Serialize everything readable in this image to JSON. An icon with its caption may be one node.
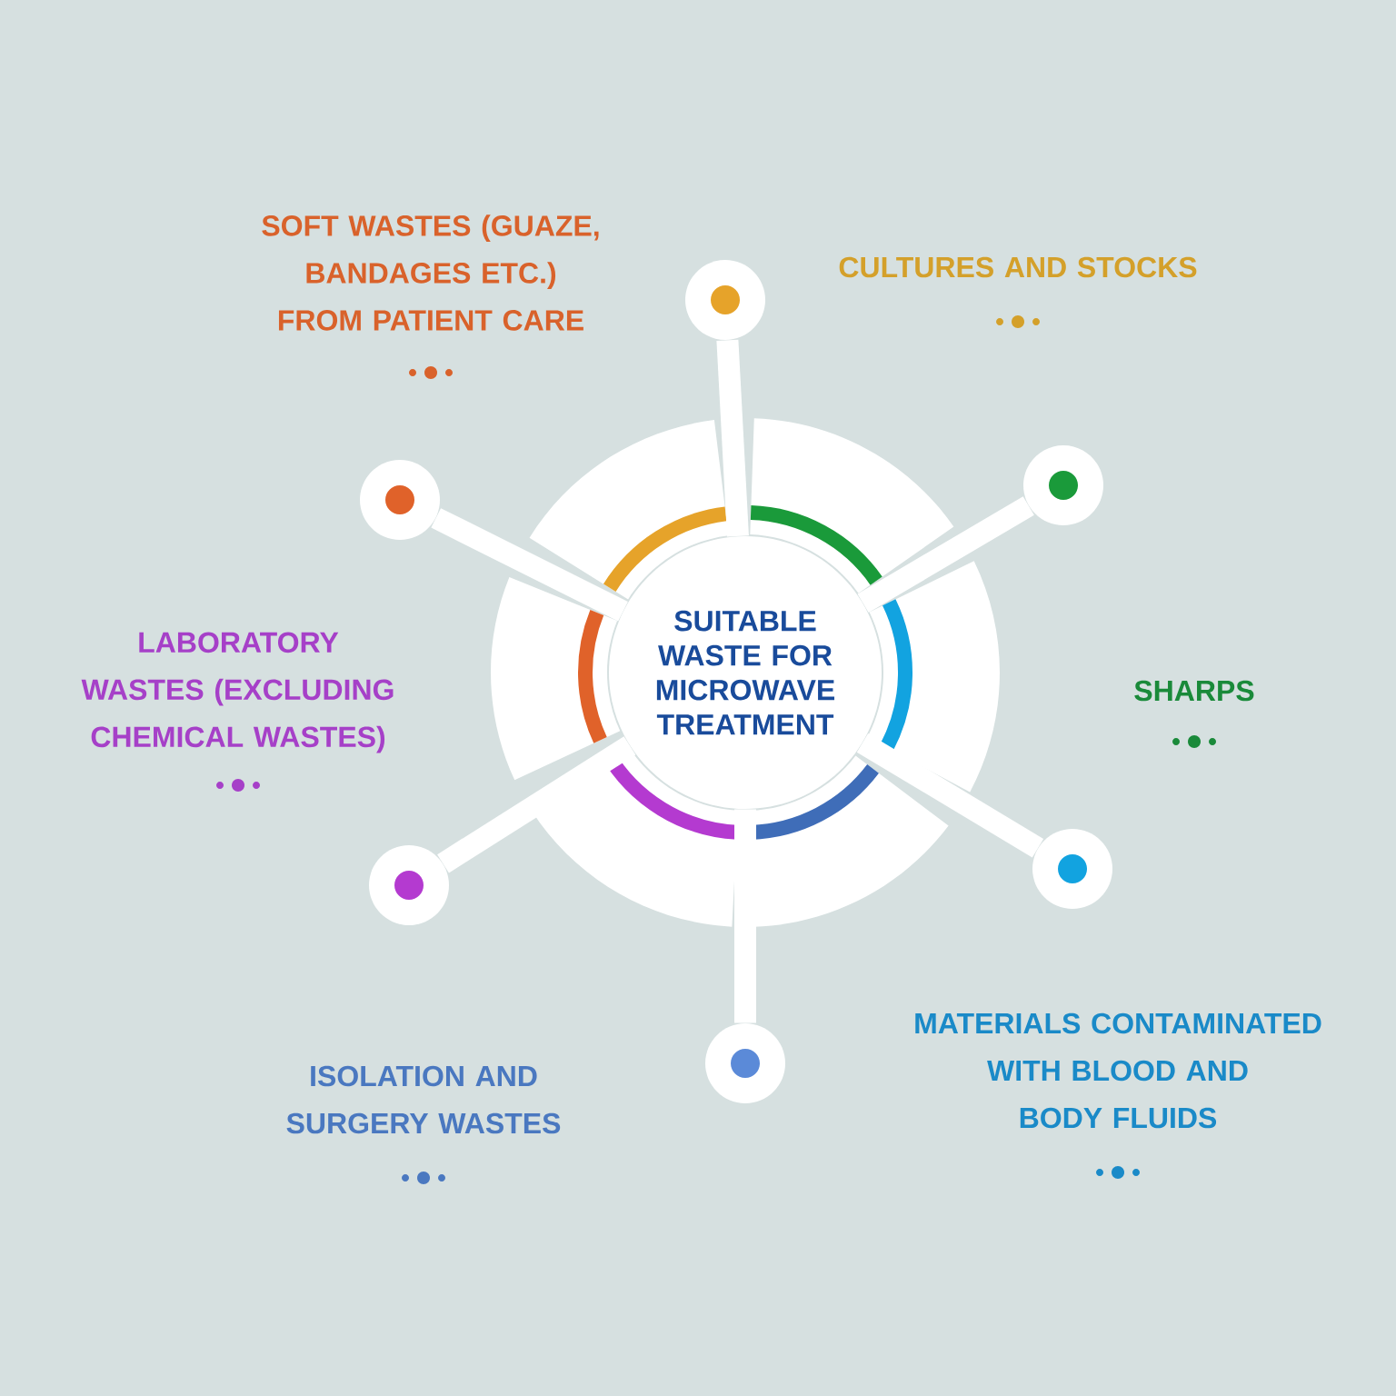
{
  "diagram": {
    "nodes": [
      {
        "text": [
          "SUITABLE WASTE FOR MICROWAVE TREATMENT"
        ]
      },
      {
        "text": [],
        "shape": "circle"
      },
      {
        "text": [],
        "shape": "circle"
      },
      {
        "text": [],
        "shape": "circle"
      },
      {
        "text": [],
        "shape": "circle"
      },
      {
        "text": [],
        "shape": "circle"
      },
      {
        "text": [],
        "shape": "circle"
      }
    ],
    "edges": [
      {
        "from": 0,
        "to": 1,
        "arrow": "none"
      },
      {
        "from": 0,
        "to": 2,
        "arrow": "none"
      },
      {
        "from": 0,
        "to": 3,
        "arrow": "none"
      },
      {
        "from": 0,
        "to": 4,
        "arrow": "none"
      },
      {
        "from": 0,
        "to": 5,
        "arrow": "none"
      },
      {
        "from": 0,
        "to": 6,
        "arrow": "none"
      }
    ],
    "labels": [
      "SOFT WASTES (GUAZE, BANDAGES ETC.) FROM PATIENT CARE",
      "CULTURES AND STOCKS",
      "LABORATORY WASTES (EXCLUDING CHEMICAL WASTES)",
      "SHARPS",
      "MATERIALS CONTAMINATED WITH BLOOD AND BODY FLUIDS",
      "ISOLATION AND SURGERY WASTES"
    ]
  }
}
